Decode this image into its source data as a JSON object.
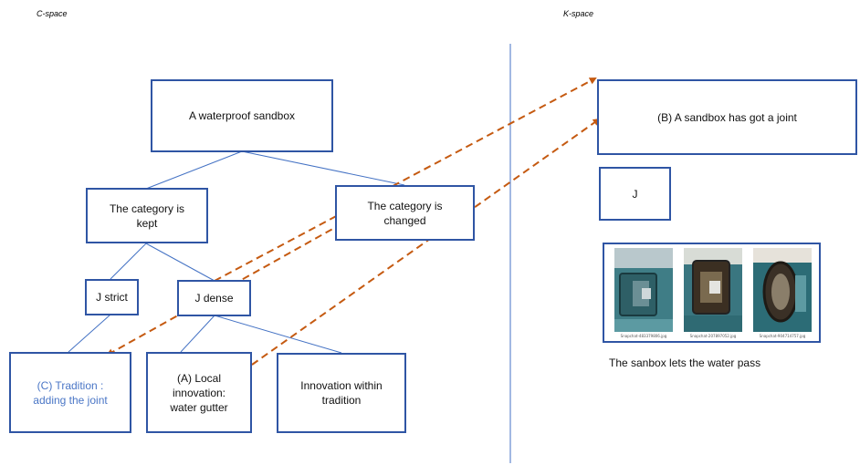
{
  "headers": {
    "c_space": "C-space",
    "k_space": "K-space"
  },
  "boxes": {
    "root": "A  waterproof sandbox",
    "kept": "The category is\nkept",
    "changed": "The category is\nchanged",
    "j_strict": "J strict",
    "j_dense": "J dense",
    "tradition": "(C) Tradition :\nadding the joint",
    "local": "(A) Local\ninnovation:\nwater gutter",
    "innovation": "Innovation within\ntradition",
    "k_joint": "(B) A sandbox has got a joint",
    "k_j": "J"
  },
  "photos": [
    {
      "caption": "Snapchat-483379806.jpg"
    },
    {
      "caption": "Snapchat-207897052.jpg"
    },
    {
      "caption": "Snapchat-904714757.jpg"
    }
  ],
  "photo_caption": "The sanbox lets the water pass",
  "colors": {
    "box_border": "#2f55a4",
    "tree_line": "#4472c4",
    "arrow": "#c55a11",
    "tradition_text": "#4a76c6"
  }
}
